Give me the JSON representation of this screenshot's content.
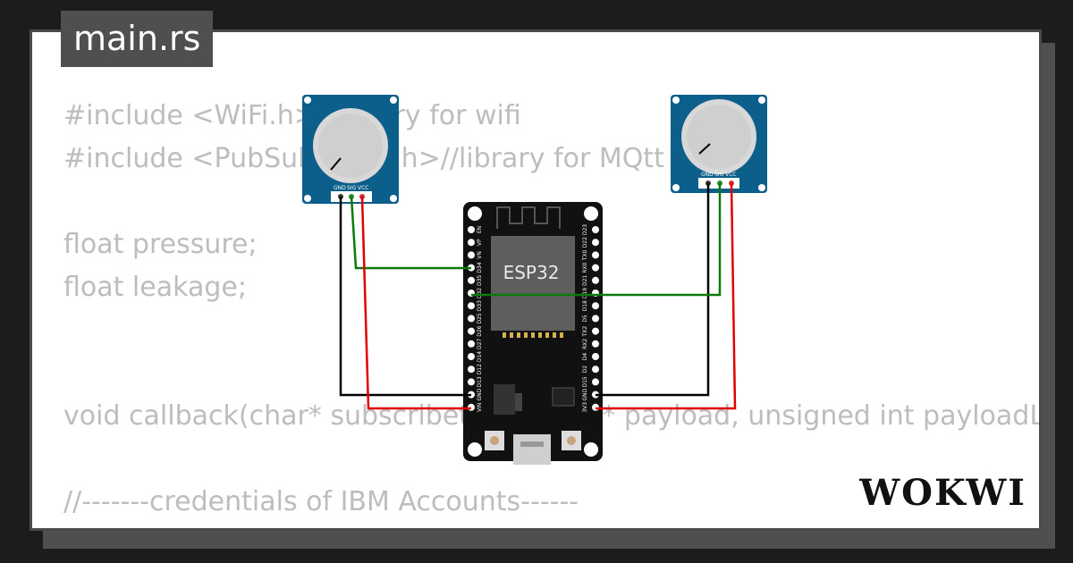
{
  "tab": {
    "title": "main.rs"
  },
  "code_lines": [
    "#include <WiFi.h>//library for wifi",
    "#include <PubSubClient.h>//library for MQtt",
    "",
    "float pressure;",
    "float leakage;",
    "",
    "",
    "void callback(char* subscribetopic, byte* payload, unsigned int payloadLength);",
    "",
    "//-------credentials of IBM Accounts------"
  ],
  "board": {
    "label": "ESP32"
  },
  "pot_pins": [
    "GND",
    "SIG",
    "VCC"
  ],
  "esp_left_pins": [
    "EN",
    "VP",
    "VN",
    "D34",
    "D35",
    "D32",
    "D33",
    "D25",
    "D26",
    "D27",
    "D14",
    "D12",
    "D13",
    "GND",
    "VIN"
  ],
  "esp_right_pins": [
    "D23",
    "D22",
    "TX0",
    "RX0",
    "D21",
    "D19",
    "D18",
    "D5",
    "TX2",
    "RX2",
    "D4",
    "D2",
    "D15",
    "GND",
    "3V3"
  ],
  "brand": "WOKWI",
  "colors": {
    "wire_gnd": "#000000",
    "wire_sig": "#0a7a0a",
    "wire_vcc": "#e00000",
    "pot_board": "#0b5f8a",
    "esp_board": "#000000"
  }
}
